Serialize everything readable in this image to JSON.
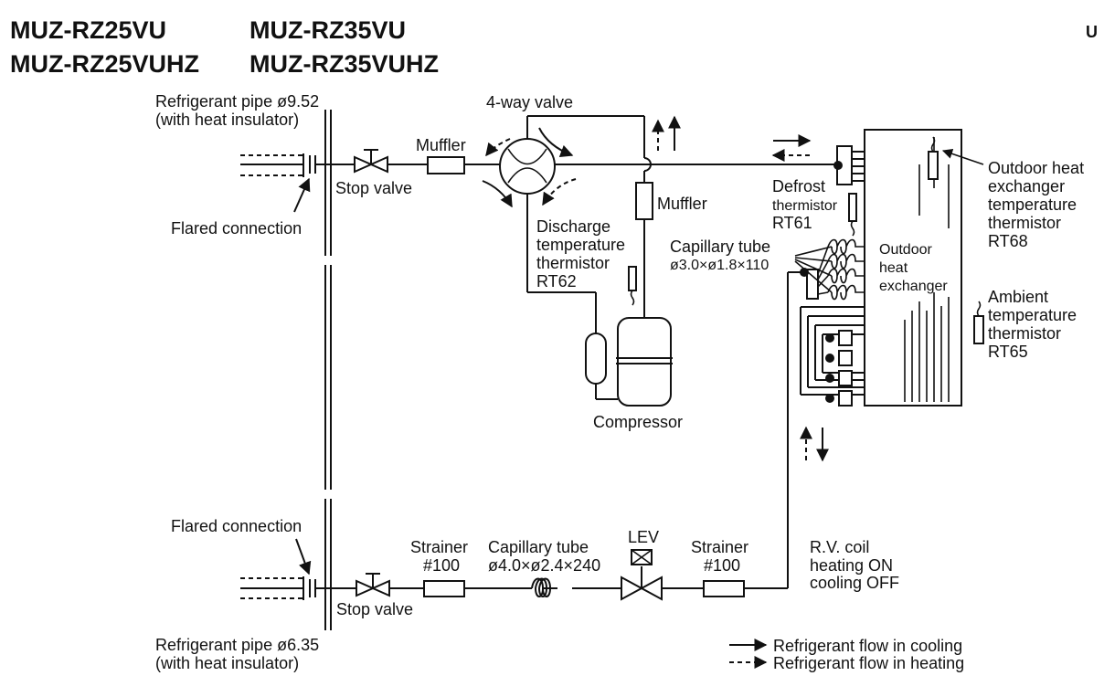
{
  "header": {
    "model_1": "MUZ-RZ25VU",
    "model_2": "MUZ-RZ35VU",
    "model_3": "MUZ-RZ25VUHZ",
    "model_4": "MUZ-RZ35VUHZ",
    "corner_text": "U"
  },
  "labels": {
    "pipe_top_1": "Refrigerant pipe ø9.52",
    "pipe_top_2": "(with heat insulator)",
    "flared_top": "Flared connection",
    "stop_valve_top": "Stop valve",
    "muffler_top": "Muffler",
    "four_way_valve": "4-way valve",
    "muffler_right": "Muffler",
    "discharge_1": "Discharge",
    "discharge_2": "temperature",
    "discharge_3": "thermistor",
    "discharge_4": "RT62",
    "compressor": "Compressor",
    "defrost_1": "Defrost",
    "defrost_2": "thermistor",
    "defrost_3": "RT61",
    "capillary_top_1": "Capillary tube",
    "capillary_top_2": "ø3.0×ø1.8×110",
    "outdoor_hx_1": "Outdoor",
    "outdoor_hx_2": "heat",
    "outdoor_hx_3": "exchanger",
    "outdoor_temp_1": "Outdoor heat",
    "outdoor_temp_2": "exchanger",
    "outdoor_temp_3": "temperature",
    "outdoor_temp_4": "thermistor",
    "outdoor_temp_5": "RT68",
    "ambient_1": "Ambient",
    "ambient_2": "temperature",
    "ambient_3": "thermistor",
    "ambient_4": "RT65",
    "flared_bottom": "Flared connection",
    "stop_valve_bottom": "Stop valve",
    "strainer_left_1": "Strainer",
    "strainer_left_2": "#100",
    "capillary_bottom_1": "Capillary tube",
    "capillary_bottom_2": "ø4.0×ø2.4×240",
    "lev": "LEV",
    "strainer_right_1": "Strainer",
    "strainer_right_2": "#100",
    "rv_coil_1": "R.V. coil",
    "rv_coil_2": "heating ON",
    "rv_coil_3": "cooling OFF",
    "pipe_bottom_1": "Refrigerant pipe ø6.35",
    "pipe_bottom_2": "(with heat insulator)",
    "legend_cooling": "Refrigerant flow in cooling",
    "legend_heating": "Refrigerant flow in heating"
  }
}
